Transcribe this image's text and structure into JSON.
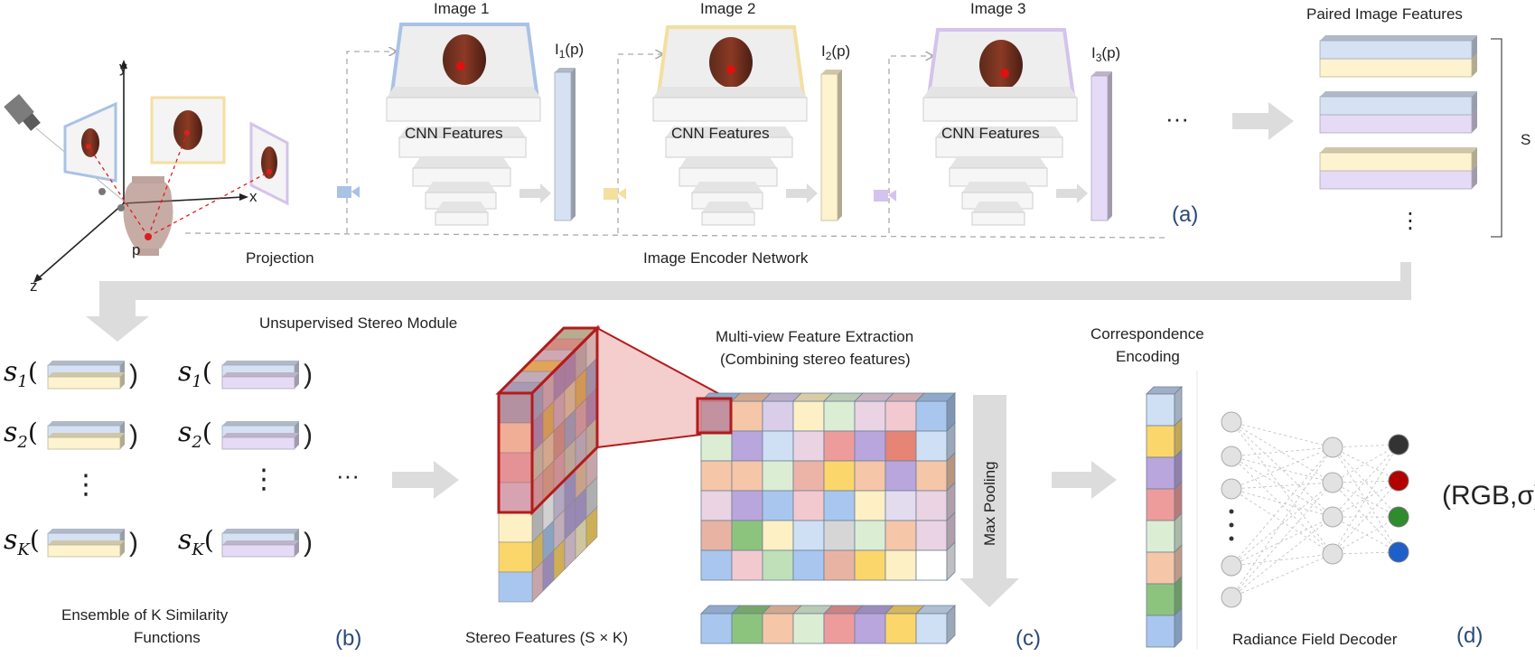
{
  "images": [
    {
      "title": "Image 1",
      "feature": "I",
      "sub": "1",
      "suffix": "(p)",
      "cnn": "CNN Features",
      "frame": "#a9c2e6",
      "bar": "#d6e2f3"
    },
    {
      "title": "Image 2",
      "feature": "I",
      "sub": "2",
      "suffix": "(p)",
      "cnn": "CNN Features",
      "frame": "#f3dfa0",
      "bar": "#fdf3cf"
    },
    {
      "title": "Image 3",
      "feature": "I",
      "sub": "3",
      "suffix": "(p)",
      "cnn": "CNN Features",
      "frame": "#d4c3ec",
      "bar": "#e6dbf6"
    }
  ],
  "labels": {
    "projection": "Projection",
    "encoder": "Image Encoder Network",
    "paired": "Paired Image Features",
    "s": "S",
    "p": "p",
    "axis_x": "x",
    "axis_y": "y",
    "axis_z": "z",
    "dots": "···",
    "unsupervised": "Unsupervised Stereo Module",
    "ensemble_line1": "Ensemble  of  K  Similarity",
    "ensemble_line2": "Functions",
    "multiview_line1": "Multi-view Feature Extraction",
    "multiview_line2": "(Combining stereo features)",
    "stereo_features": "Stereo Features (S × K)",
    "max_pooling": "Max Pooling",
    "corr_line1": "Correspondence",
    "corr_line2": "Encoding",
    "decoder": "Radiance Field Decoder",
    "output": "(RGB,σ)",
    "vdots": "⋮",
    "ellipsis": "···"
  },
  "panels": {
    "a": "(a)",
    "b": "(b)",
    "c": "(c)",
    "d": "(d)"
  },
  "similarity": [
    {
      "name": "s",
      "sub": "1"
    },
    {
      "name": "s",
      "sub": "2"
    },
    {
      "name": "s",
      "sub": "K"
    }
  ],
  "colors": {
    "blue": "#d6e2f3",
    "yellow": "#fdf3cf",
    "purple": "#e6dbf6",
    "top": "#b3bfcf",
    "red_outline": "#b31b1b",
    "arrow": "#dcdcdc",
    "grid": [
      [
        "#a9c7ee",
        "#f5c6a8",
        "#d9cdea",
        "#fdf0c4",
        "#dbeed4",
        "#ead3e2",
        "#f2c9cf",
        "#a9c7ee"
      ],
      [
        "#dbeed4",
        "#b9a6dc",
        "#cfe0f4",
        "#ead3e2",
        "#ee9b9b",
        "#b9a6dc",
        "#e68476",
        "#cfe0f4"
      ],
      [
        "#f5c6a8",
        "#f5c6a8",
        "#dbeed4",
        "#ecb4a7",
        "#fbd66a",
        "#f5c6a8",
        "#b9a6dc",
        "#f5c6a8"
      ],
      [
        "#ead3e2",
        "#b9a6dc",
        "#a9c7ee",
        "#f2c9cf",
        "#a9c7ee",
        "#fdf0c4",
        "#e2dcee",
        "#ead3e2"
      ],
      [
        "#e9b3a3",
        "#8cc47e",
        "#fdf0c4",
        "#cfe0f4",
        "#d6d6d6",
        "#dbeed4",
        "#f5c6a8",
        "#ead3e2"
      ],
      [
        "#a9c7ee",
        "#f2c9cf",
        "#bfe0b8",
        "#a9c7ee",
        "#e9b3a3",
        "#fbd66a",
        "#fdf0c4",
        "#ffffff"
      ]
    ],
    "pooled": [
      "#a9c7ee",
      "#8cc47e",
      "#f5c6a8",
      "#dbeed4",
      "#ee9b9b",
      "#b9a6dc",
      "#fbd66a",
      "#cfe0f4"
    ],
    "corr": [
      "#cfe0f4",
      "#fbd66a",
      "#b9a6dc",
      "#ee9b9b",
      "#dbeed4",
      "#f5c6a8",
      "#8cc47e",
      "#a9c7ee"
    ],
    "outputs": [
      "#333333",
      "#b30000",
      "#2e8b2e",
      "#1f5fc9"
    ]
  }
}
